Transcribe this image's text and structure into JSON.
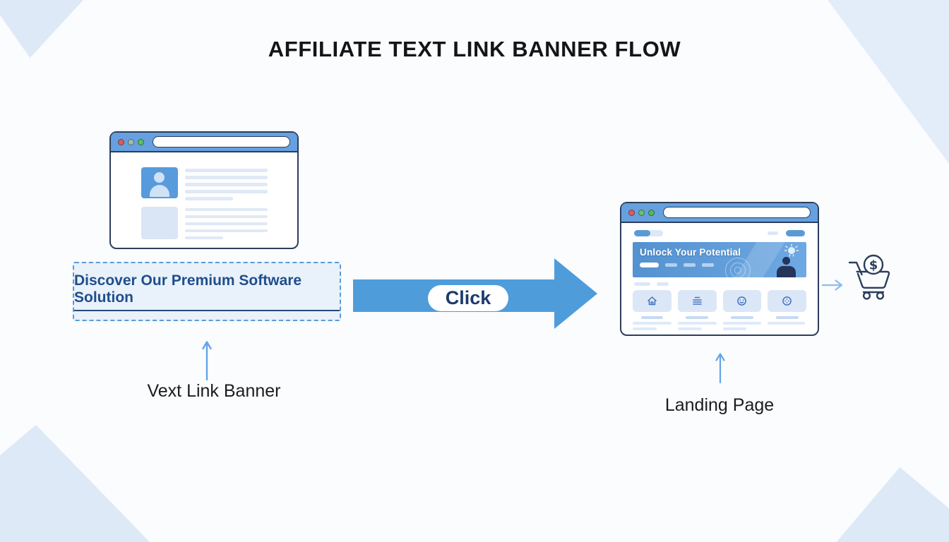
{
  "title": "AFFILIATE TEXT LINK BANNER FLOW",
  "banner": {
    "link_text": "Discover Our Premium Software Solution",
    "caption": "Vext Link Banner"
  },
  "flow_arrow": {
    "label": "Click"
  },
  "landing": {
    "hero_title": "Unlock Your Potential",
    "caption": "Landing Page"
  },
  "cart": {
    "currency_symbol": "$"
  },
  "icons": {
    "window_dots": [
      "red-dot",
      "green-dot",
      "green-dot"
    ],
    "cards": [
      "house-icon",
      "list-icon",
      "smiley-circle-icon",
      "dots-circle-icon"
    ],
    "hero": [
      "idea-icon",
      "person-silhouette",
      "target-rings"
    ],
    "result": "shopping-cart-dollar-icon"
  },
  "colors": {
    "accent_blue": "#4f9cdb",
    "chrome_blue": "#66a0de",
    "outline_navy": "#2c3e5d",
    "skeleton_blue": "#dce8f7",
    "link_navy": "#1f4e8c",
    "click_navy": "#1d3a6e",
    "corner_triangle": "#dde9f7"
  }
}
